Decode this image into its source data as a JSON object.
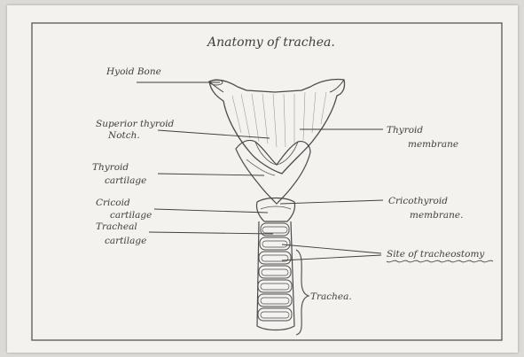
{
  "diagram": {
    "title": "Anatomy of trachea.",
    "labels": {
      "hyoid_bone": "Hyoid Bone",
      "superior_notch_line1": "Superior thyroid",
      "superior_notch_line2": "Notch.",
      "thyroid_cartilage_line1": "Thyroid",
      "thyroid_cartilage_line2": "cartilage",
      "cricoid_cartilage_line1": "Cricoid",
      "cricoid_cartilage_line2": "cartilage",
      "tracheal_cartilage_line1": "Tracheal",
      "tracheal_cartilage_line2": "cartilage",
      "thyroid_membrane_line1": "Thyroid",
      "thyroid_membrane_line2": "membrane",
      "cricothyroid_line1": "Cricothyroid",
      "cricothyroid_line2": "membrane.",
      "tracheostomy_site": "Site of tracheostomy",
      "trachea": "Trachea."
    }
  }
}
